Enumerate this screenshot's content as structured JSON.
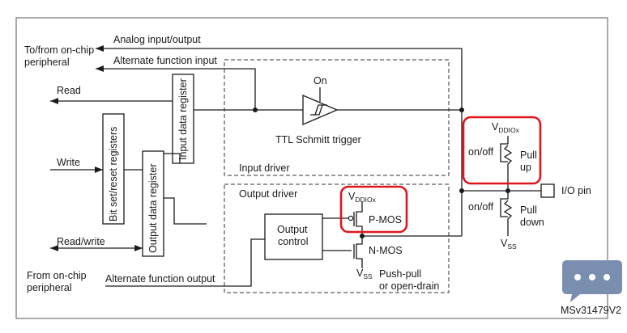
{
  "signals": {
    "to_from_peripheral_1": "To/from on-chip",
    "to_from_peripheral_2": "peripheral",
    "analog_io": "Analog input/output",
    "alt_fn_input": "Alternate function input",
    "read": "Read",
    "write": "Write",
    "read_write": "Read/write",
    "from_peripheral_1": "From on-chip",
    "from_peripheral_2": "peripheral",
    "alt_fn_output": "Alternate function output"
  },
  "blocks": {
    "input_data_register": "Input data register",
    "bit_set_reset_registers": "Bit set/reset registers",
    "output_data_register": "Output data register",
    "output_control_1": "Output",
    "output_control_2": "control",
    "on_label": "On",
    "ttl_schmitt_trigger": "TTL Schmitt trigger",
    "input_driver": "Input driver",
    "output_driver": "Output driver",
    "p_mos": "P-MOS",
    "n_mos": "N-MOS",
    "push_pull_1": "Push-pull",
    "push_pull_2": "or open-drain",
    "vdd_main": "V",
    "vdd_sub": "DDIOx",
    "vss_main": "V",
    "vss_sub": "SS",
    "on_off_up": "on/off",
    "pull_up_1": "Pull",
    "pull_up_2": "up",
    "on_off_down": "on/off",
    "pull_down_1": "Pull",
    "pull_down_2": "down",
    "io_pin": "I/O pin",
    "ref_code": "MSv31479V2"
  },
  "colors": {
    "line": "#1a1a1a",
    "highlight": "#e0151b",
    "watermark_badge": "#7a8fb0"
  },
  "icons": {
    "watermark": "chat-bubble-icon"
  }
}
